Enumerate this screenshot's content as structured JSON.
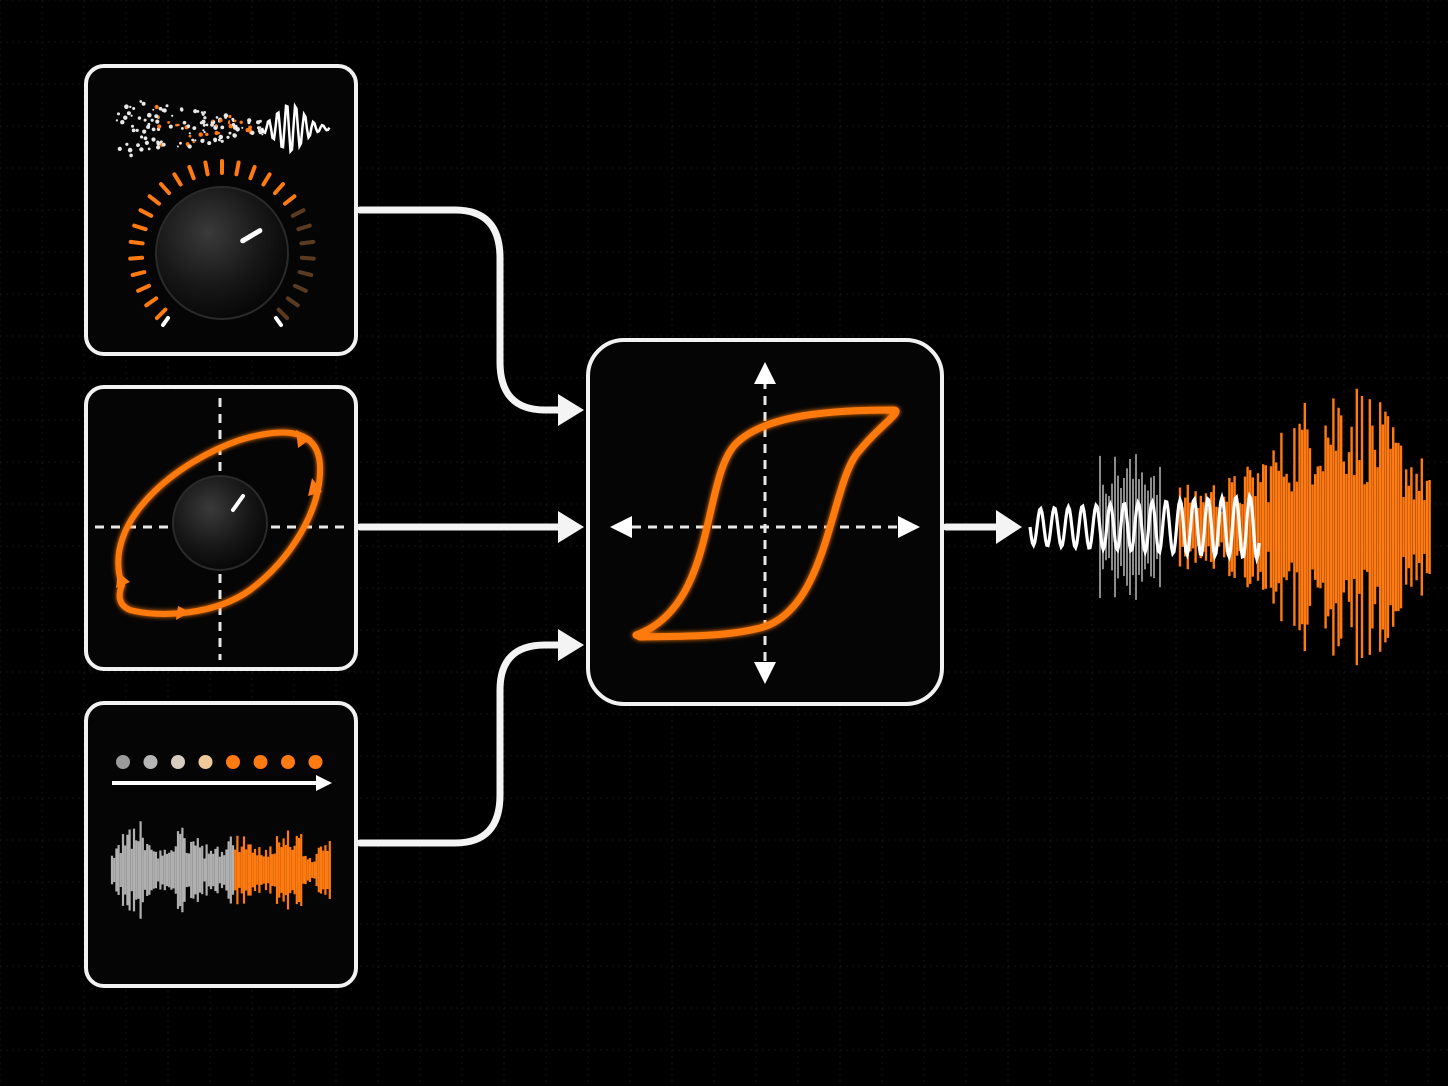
{
  "colors": {
    "background": "#000000",
    "panel_border": "#f2f2f2",
    "accent": "#ff7a10",
    "neutral_wave": "#b0b0b0",
    "white": "#ffffff"
  },
  "icons": {
    "noise_to_wave": "noise-to-wave-icon",
    "knob_gain": "knob-icon",
    "hysteresis_loop": "hysteresis-loop-icon",
    "dot_sequence": "dot-sequence-icon",
    "transfer_curve": "s-curve-transfer-icon",
    "output_wave": "waveform-icon"
  },
  "knob_top": {
    "level": 0.72
  },
  "sequence": {
    "dot_count": 8,
    "orange_from_index": 4
  }
}
